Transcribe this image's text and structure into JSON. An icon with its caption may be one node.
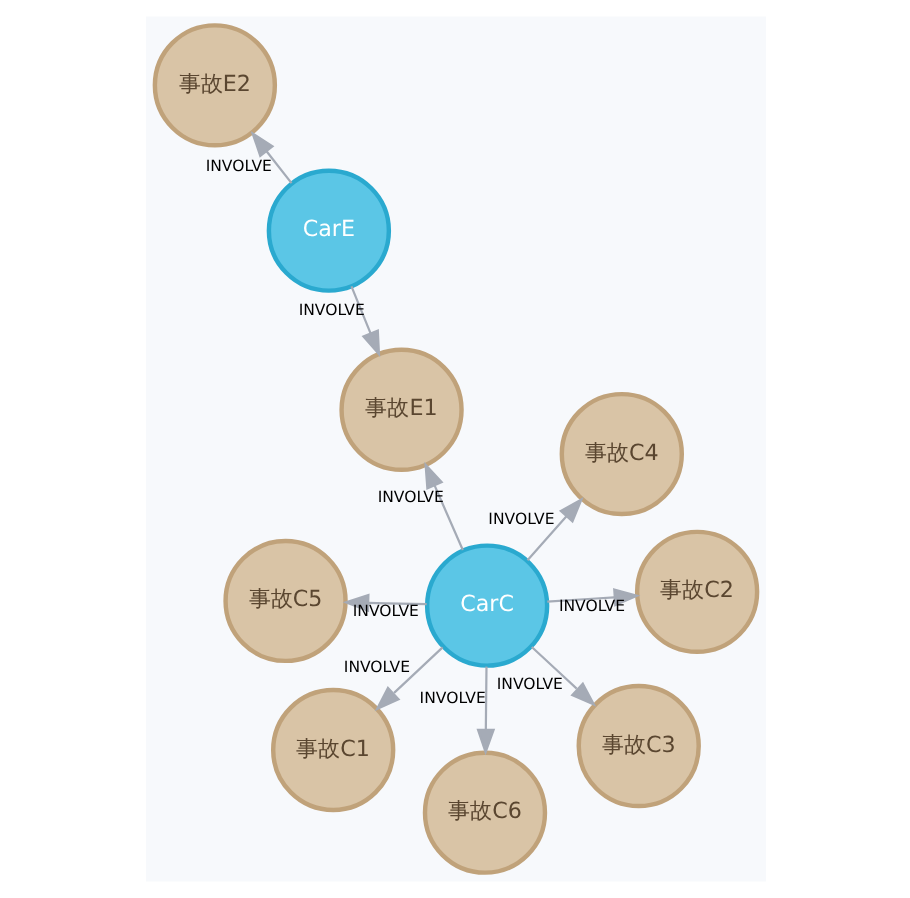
{
  "diagram": {
    "nodes": [
      {
        "text": [
          "事故E2"
        ]
      },
      {
        "text": [
          "CarE"
        ]
      },
      {
        "text": [
          "事故C6"
        ]
      },
      {
        "text": [
          "事故E1"
        ]
      },
      {
        "text": [
          "事故C4"
        ]
      },
      {
        "text": [
          "CarC"
        ]
      },
      {
        "text": [
          "事故C5"
        ]
      },
      {
        "text": [
          "事故C2"
        ]
      },
      {
        "text": [
          "事故C1"
        ]
      },
      {
        "text": [
          "事故C3"
        ]
      }
    ],
    "edges": [
      {
        "from": 1,
        "to": 0,
        "arrow": "to",
        "label": "INVOLVE"
      },
      {
        "from": 1,
        "to": 3,
        "arrow": "to",
        "label": "INVOLVE"
      },
      {
        "from": 5,
        "to": 3,
        "arrow": "to",
        "label": "INVOLVE"
      },
      {
        "from": 5,
        "to": 2,
        "arrow": "to",
        "label": "INVOLVE"
      },
      {
        "from": 5,
        "to": 4,
        "arrow": "to",
        "label": "INVOLVE"
      },
      {
        "from": 5,
        "to": 6,
        "arrow": "to",
        "label": "INVOLVE"
      },
      {
        "from": 5,
        "to": 7,
        "arrow": "to",
        "label": "INVOLVE"
      },
      {
        "from": 5,
        "to": 9,
        "arrow": "to",
        "label": "INVOLVE"
      },
      {
        "from": 5,
        "to": 8,
        "arrow": "to",
        "label": "INVOLVE"
      }
    ]
  }
}
